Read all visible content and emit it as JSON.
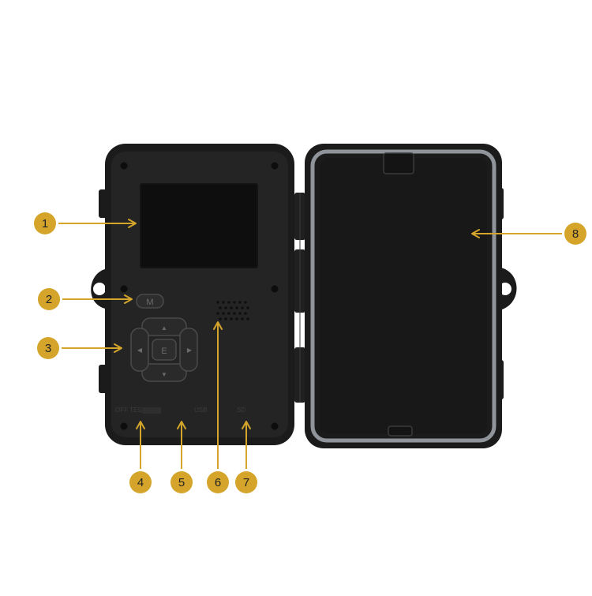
{
  "callouts": [
    {
      "number": "1",
      "target": "lcd-screen"
    },
    {
      "number": "2",
      "target": "menu-button"
    },
    {
      "number": "3",
      "target": "direction-pad"
    },
    {
      "number": "4",
      "target": "mode-switch"
    },
    {
      "number": "5",
      "target": "usb-port"
    },
    {
      "number": "6",
      "target": "speaker"
    },
    {
      "number": "7",
      "target": "sd-card-slot"
    },
    {
      "number": "8",
      "target": "battery-compartment"
    }
  ],
  "buttons": {
    "menu_label": "M",
    "center_label": "E",
    "up_glyph": "▲",
    "down_glyph": "▼",
    "left_glyph": "◀",
    "right_glyph": "▶"
  },
  "panel_text": {
    "mode_switch_label": "OFF TEST ON",
    "usb_label": "USB",
    "sd_label": "SD"
  },
  "colors": {
    "badge": "#d4a52a",
    "badge_text": "#222222",
    "arrow": "#d4a52a",
    "camera_body": "#1b1b1b",
    "inner_panel": "#222222",
    "screen": "#0e0e0e",
    "gasket": "#8f959b"
  }
}
